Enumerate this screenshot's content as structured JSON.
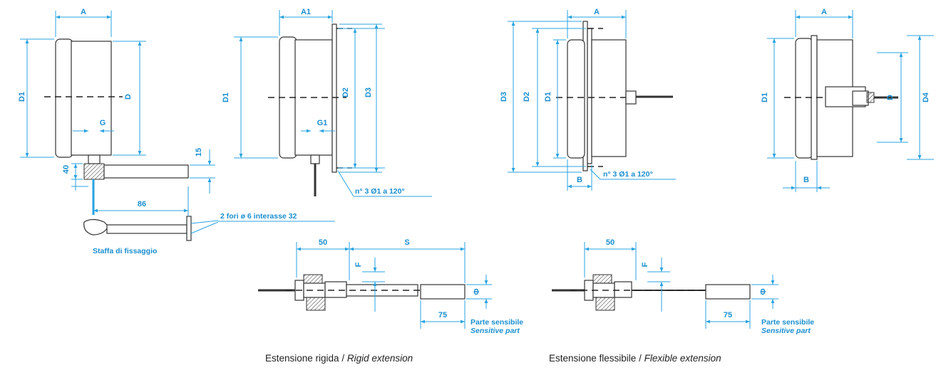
{
  "labels": {
    "A": "A",
    "A1": "A1",
    "B": "B",
    "D": "D",
    "D1": "D1",
    "D2": "D2",
    "D3": "D3",
    "D4": "D4",
    "G": "G",
    "G1": "G1",
    "F": "F",
    "S": "S",
    "phi": "Φ",
    "v15": "15",
    "v40": "40",
    "v86": "86",
    "v50": "50",
    "v75": "75"
  },
  "notes": {
    "holes_flange": "n° 3 Ø1 a 120°",
    "holes_bracket": "2 fori ø 6 interasse 32",
    "bracket": "Staffa di fissaggio",
    "sensitive_it": "Parte sensibile",
    "sensitive_en": "Sensitive part"
  },
  "captions": {
    "rigid_it": "Estensione rigida / ",
    "rigid_en": "Rigid extension",
    "flex_it": "Estensione flessibile / ",
    "flex_en": "Flexible extension"
  }
}
